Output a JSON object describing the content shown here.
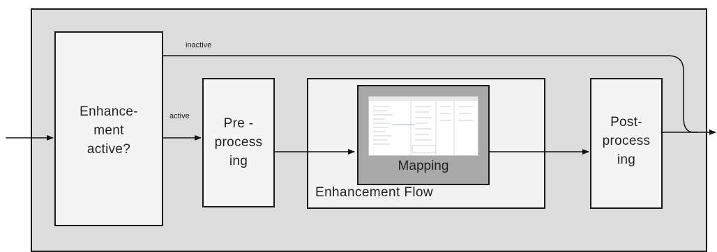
{
  "nodes": {
    "enhancement_check": "Enhance-\nment\nactive?",
    "preprocessing": "Pre -\nprocess\ning",
    "enhancement_flow": "Enhancement Flow",
    "mapping": "Mapping",
    "postprocessing": "Post-\nprocess\ning"
  },
  "edges": {
    "inactive_label": "inactive",
    "active_label": "active"
  }
}
